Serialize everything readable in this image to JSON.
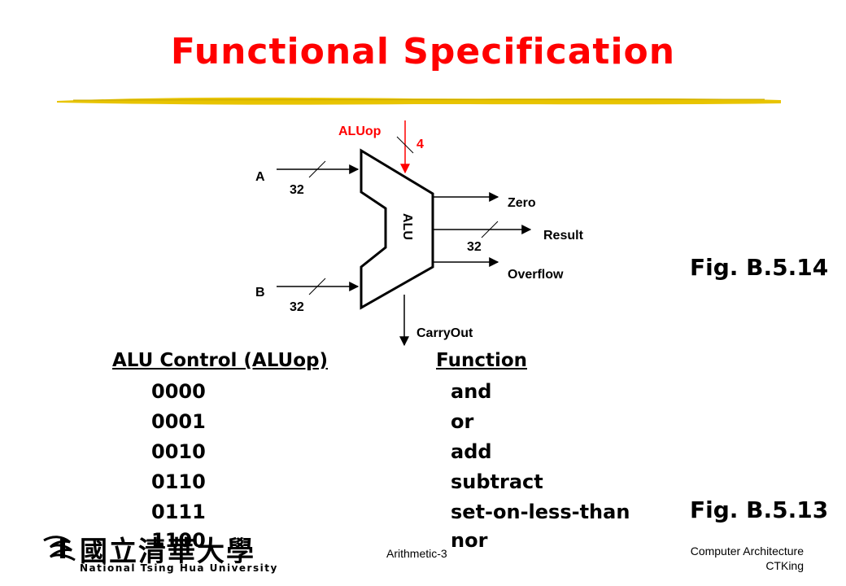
{
  "title": "Functional Specification",
  "diagram": {
    "alu_label": "ALU",
    "aluop_label": "ALUop",
    "aluop_width": "4",
    "input_a": "A",
    "input_b": "B",
    "a_width": "32",
    "b_width": "32",
    "result_width": "32",
    "out_zero": "Zero",
    "out_result": "Result",
    "out_overflow": "Overflow",
    "out_carry": "CarryOut"
  },
  "fig_top": "Fig. B.5.14",
  "fig_bottom": "Fig. B.5.13",
  "table": {
    "header_code": "ALU Control (ALUop)",
    "header_func": "Function",
    "rows": [
      {
        "code": "0000",
        "func": "and"
      },
      {
        "code": "0001",
        "func": "or"
      },
      {
        "code": "0010",
        "func": "add"
      },
      {
        "code": "0110",
        "func": "subtract"
      },
      {
        "code": "0111",
        "func": "set-on-less-than"
      },
      {
        "code": "1100",
        "func": "nor"
      }
    ]
  },
  "footer": {
    "center": "Arithmetic-3",
    "right_line1": "Computer Architecture",
    "right_line2": "CTKing"
  },
  "logo": {
    "chinese": "國立清華大學",
    "english": "National Tsing Hua University"
  },
  "colors": {
    "title": "#ff0000",
    "aluop": "#ff0000",
    "rule": "#e8c400"
  }
}
